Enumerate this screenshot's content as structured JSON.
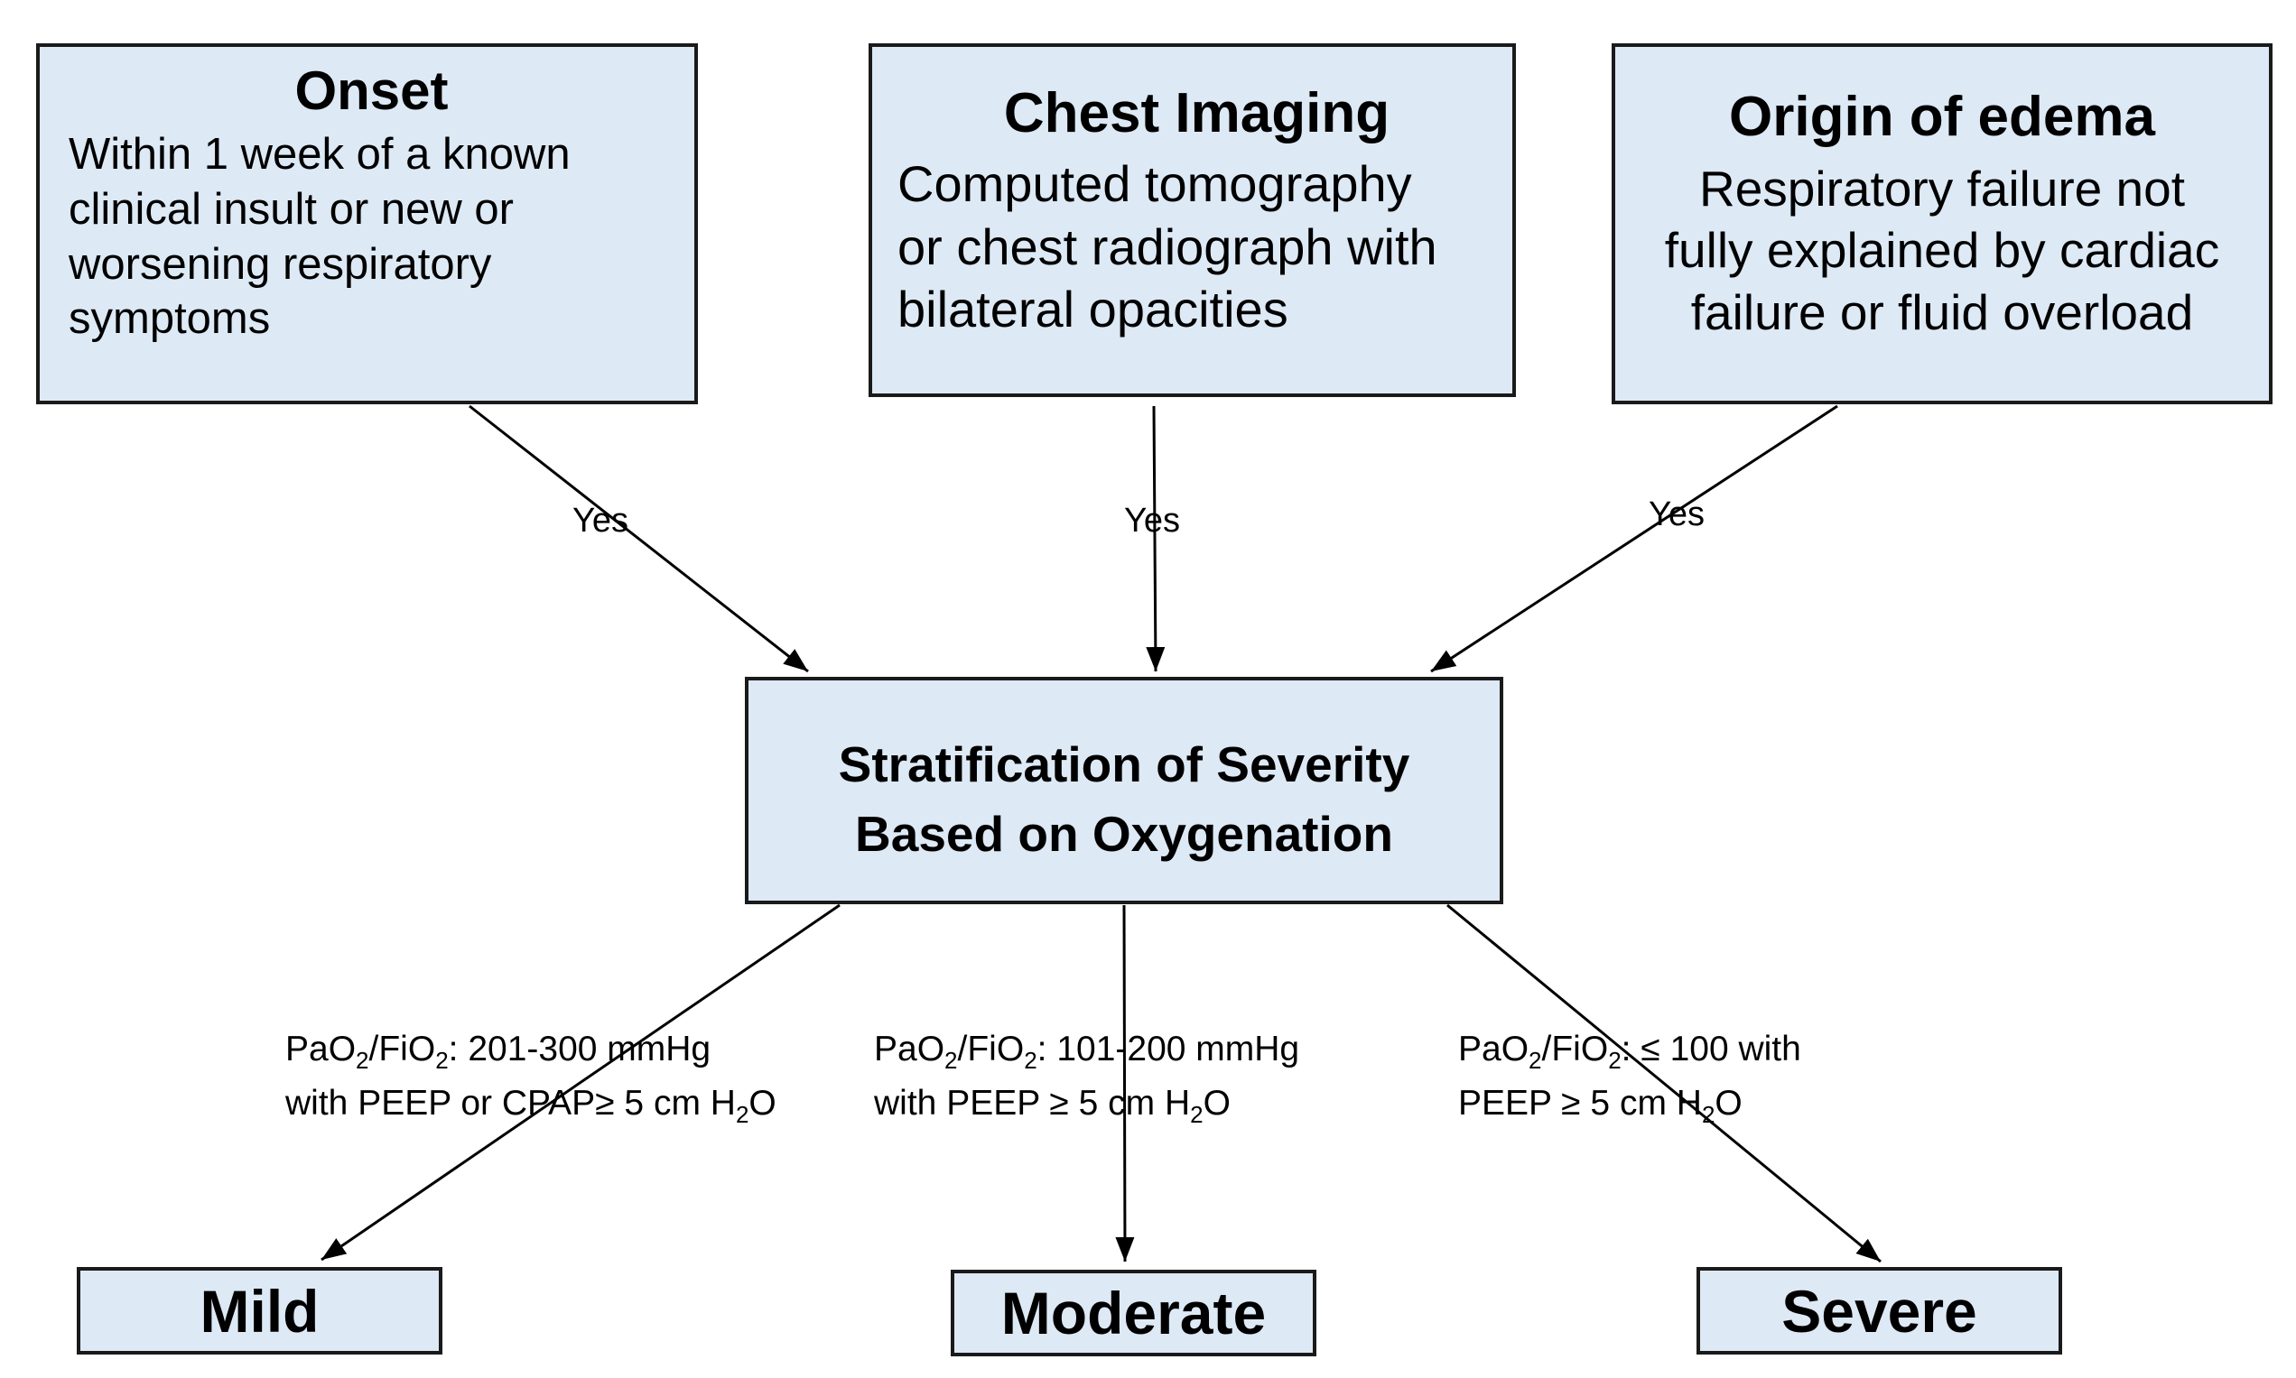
{
  "criteria": {
    "onset": {
      "title": "Onset",
      "lines": [
        "Within 1 week of a known",
        "clinical insult or new or",
        "worsening respiratory",
        "symptoms"
      ]
    },
    "imaging": {
      "title": "Chest Imaging",
      "lines": [
        "Computed tomography",
        "or chest radiograph with",
        "bilateral opacities"
      ]
    },
    "edema": {
      "title": "Origin of edema",
      "lines": [
        "Respiratory failure not",
        "fully explained by cardiac",
        "failure or fluid overload"
      ]
    }
  },
  "edge_labels": [
    "Yes",
    "Yes",
    "Yes"
  ],
  "stratification": {
    "lines": [
      "Stratification of Severity",
      "Based on Oxygenation"
    ]
  },
  "thresholds": {
    "mild": {
      "ratio_prefix": "PaO",
      "ratio_sub1": "2",
      "ratio_mid": "/FiO",
      "ratio_sub2": "2",
      "ratio_suffix": ": 201-300 mmHg",
      "line2_prefix": "with PEEP or CPAP≥ 5 cm H",
      "line2_sub": "2",
      "line2_suffix": "O"
    },
    "moderate": {
      "ratio_prefix": "PaO",
      "ratio_sub1": "2",
      "ratio_mid": "/FiO",
      "ratio_sub2": "2",
      "ratio_suffix": ": 101-200 mmHg",
      "line2_prefix": "with PEEP ≥ 5 cm H",
      "line2_sub": "2",
      "line2_suffix": "O"
    },
    "severe": {
      "ratio_prefix": "PaO",
      "ratio_sub1": "2",
      "ratio_mid": "/FiO",
      "ratio_sub2": "2",
      "ratio_suffix": ": ≤ 100 with",
      "line2_prefix": "PEEP ≥ 5 cm H",
      "line2_sub": "2",
      "line2_suffix": "O"
    }
  },
  "results": {
    "mild": "Mild",
    "moderate": "Moderate",
    "severe": "Severe"
  },
  "colors": {
    "box_fill": "#dde9f5",
    "box_border": "#1a1a1a",
    "line": "#000000"
  }
}
